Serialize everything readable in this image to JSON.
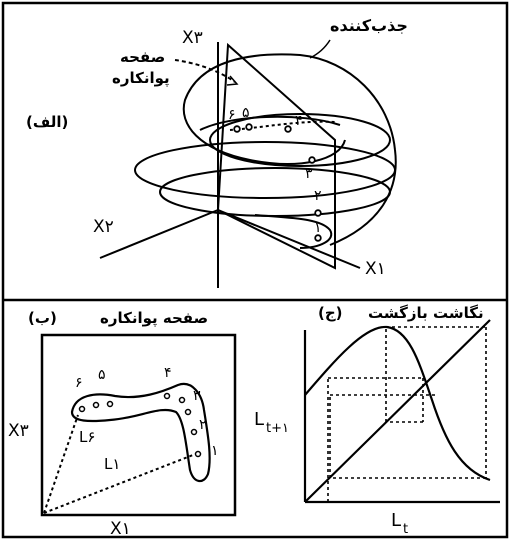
{
  "panel_a": {
    "label": "(الف)",
    "attractor_label": "جذب‌کننده",
    "poincare_label_line1": "صفحه",
    "poincare_label_line2": "پوانکاره",
    "axes": {
      "x1": "X۱",
      "x2": "X۲",
      "x3": "X۳"
    },
    "points": [
      "۱",
      "۲",
      "۳",
      "۴",
      "۵",
      "۶"
    ]
  },
  "panel_b": {
    "label": "(ب)",
    "title": "صفحه پوانکاره",
    "axis_x": "X۱",
    "axis_y": "X۳",
    "l1": "L۱",
    "l6": "L۶",
    "points": [
      "۱",
      "۲",
      "۳",
      "۴",
      "۵",
      "۶"
    ]
  },
  "panel_c": {
    "label": "(ج)",
    "title": "نگاشت بازگشت",
    "axis_x_main": "L",
    "axis_x_sub": "t",
    "axis_y_main": "L",
    "axis_y_sub": "t+۱"
  }
}
